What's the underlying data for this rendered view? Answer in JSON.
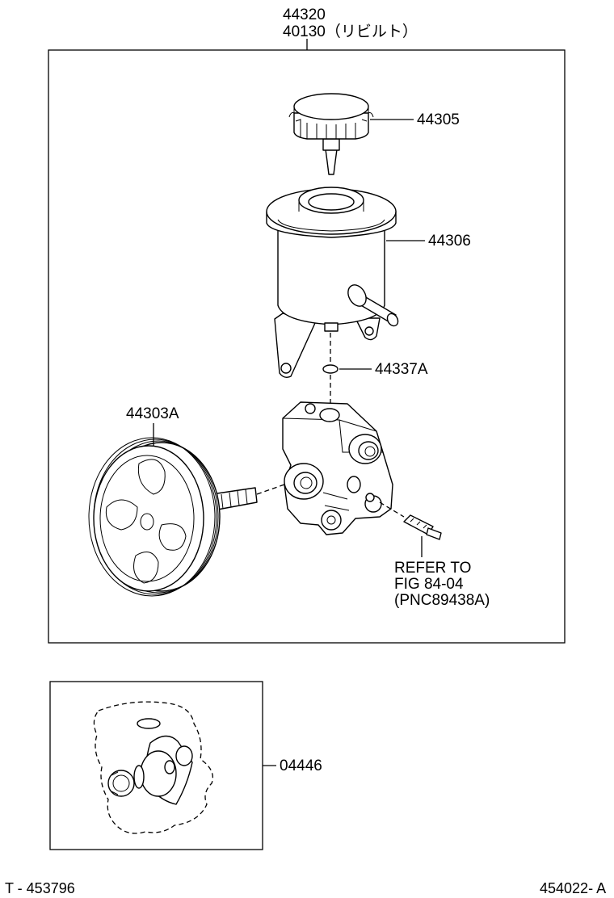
{
  "assembly": {
    "part_number": "44320",
    "rebuilt_part": "40130（リビルト）"
  },
  "parts": {
    "cap": "44305",
    "reservoir": "44306",
    "o_ring": "44337A",
    "pulley": "44303A",
    "gasket_kit": "04446"
  },
  "reference": {
    "line1": "REFER TO",
    "line2": "FIG   84-04",
    "line3": "(PNC89438A)"
  },
  "footer": {
    "left_code": "T - 453796",
    "right_code": "454022- A"
  }
}
